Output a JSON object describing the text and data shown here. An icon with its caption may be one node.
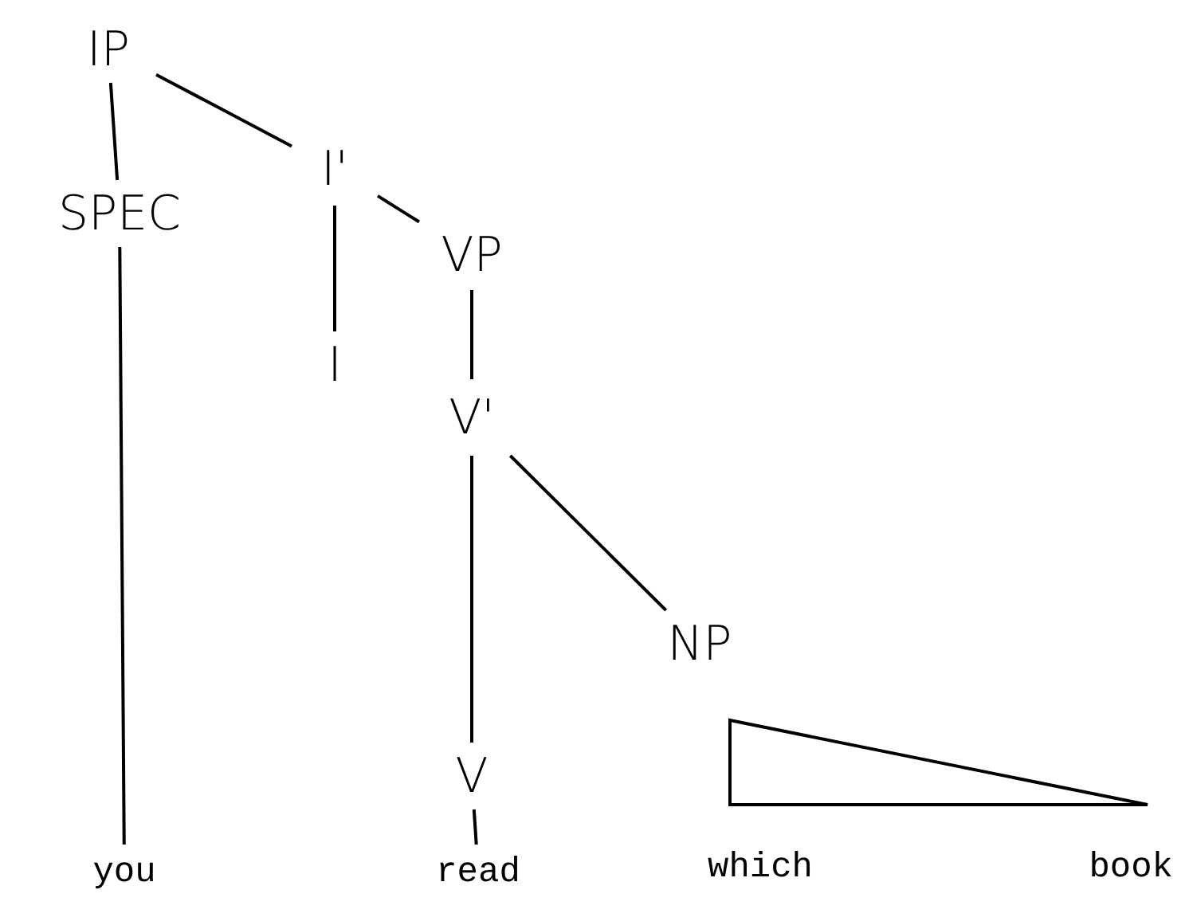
{
  "diagram": {
    "nodes": [
      {
        "text": [
          "IP"
        ]
      },
      {
        "text": [
          "SPEC"
        ]
      },
      {
        "text": [
          "I'"
        ]
      },
      {
        "text": [
          "I"
        ]
      },
      {
        "text": [
          "VP"
        ]
      },
      {
        "text": [
          "V'"
        ]
      },
      {
        "text": [
          "V"
        ]
      },
      {
        "text": [
          "NP"
        ]
      },
      {
        "text": [
          "you"
        ]
      },
      {
        "text": [
          "read"
        ]
      },
      {
        "text": [
          "which",
          "book"
        ]
      }
    ],
    "edges": [
      {
        "from": 0,
        "to": 1,
        "arrow": "none"
      },
      {
        "from": 0,
        "to": 2,
        "arrow": "none"
      },
      {
        "from": 2,
        "to": 3,
        "arrow": "none"
      },
      {
        "from": 2,
        "to": 4,
        "arrow": "none"
      },
      {
        "from": 4,
        "to": 5,
        "arrow": "none"
      },
      {
        "from": 5,
        "to": 6,
        "arrow": "none"
      },
      {
        "from": 5,
        "to": 7,
        "arrow": "none"
      },
      {
        "from": 1,
        "to": 8,
        "arrow": "none"
      },
      {
        "from": 6,
        "to": 9,
        "arrow": "none"
      }
    ]
  }
}
